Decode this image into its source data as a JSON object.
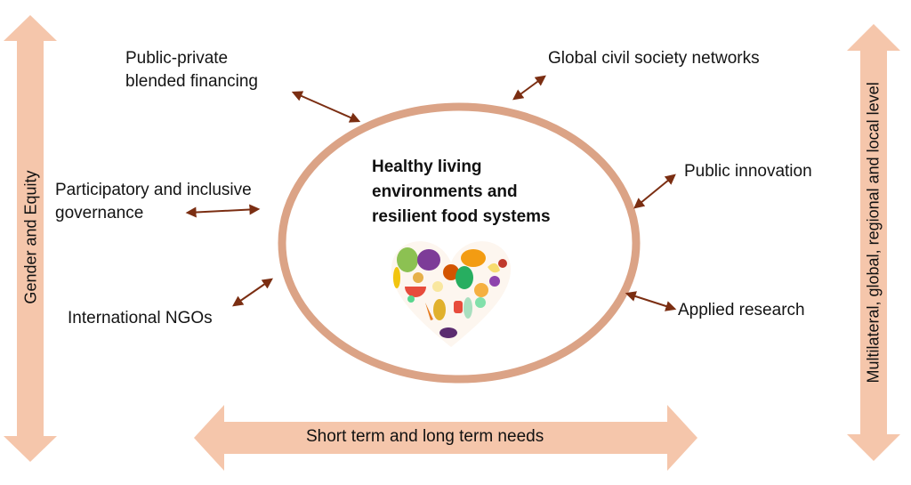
{
  "diagram": {
    "center": {
      "title_lines": [
        "Healthy living",
        "environments and",
        "resilient food systems"
      ],
      "image": "fruit-vegetable-heart-icon"
    },
    "nodes": [
      {
        "id": "public-private",
        "lines": [
          "Public-private",
          "blended financing"
        ]
      },
      {
        "id": "global-civil",
        "lines": [
          "Global civil society networks"
        ]
      },
      {
        "id": "participatory",
        "lines": [
          "Participatory and inclusive",
          "governance"
        ]
      },
      {
        "id": "public-innovation",
        "lines": [
          "Public innovation"
        ]
      },
      {
        "id": "international-ngos",
        "lines": [
          "International NGOs"
        ]
      },
      {
        "id": "applied-research",
        "lines": [
          "Applied research"
        ]
      }
    ],
    "axes": {
      "left": "Gender and Equity",
      "right": "Multilateral, global, regional  and local level",
      "bottom": "Short term and long term needs"
    },
    "colors": {
      "arrow_fill": "#f5c6ab",
      "ellipse_stroke": "#dba386",
      "connector": "#7b2e12"
    }
  }
}
